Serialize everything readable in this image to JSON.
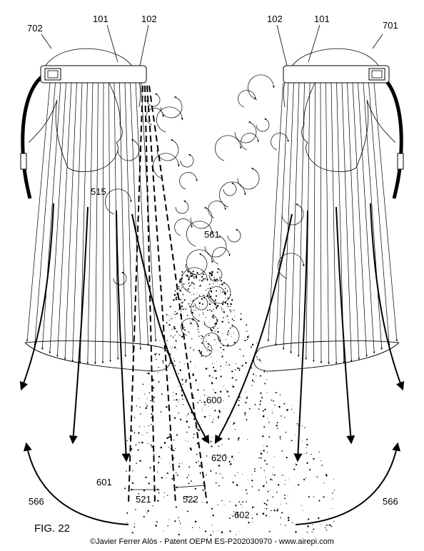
{
  "figure": {
    "title": "FIG. 22",
    "copyright": "©Javier Ferrer Alós - Patent OEPM ES-P202030970 - www.airepi.com"
  },
  "labels": {
    "l702": "702",
    "l101_left": "101",
    "l102_left": "102",
    "l102_right": "102",
    "l101_right": "101",
    "l701": "701",
    "l515": "515",
    "l561": "561",
    "l600": "600",
    "l620": "620",
    "l601": "601",
    "l521": "521",
    "l522": "522",
    "l602": "602",
    "l566_left": "566",
    "l566_right": "566"
  },
  "colors": {
    "ink": "#000000",
    "paper": "#ffffff"
  }
}
